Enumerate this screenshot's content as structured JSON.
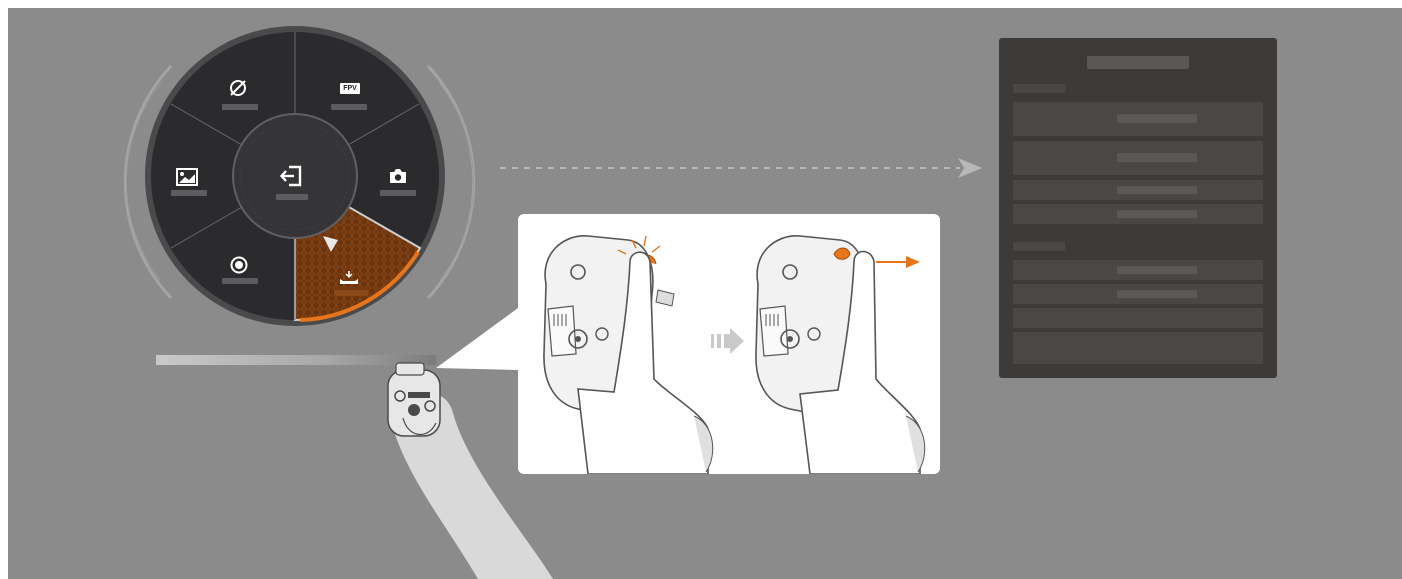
{
  "wheel": {
    "center": {
      "icon": "exit-icon"
    },
    "segments": [
      {
        "icon": "no-obstacle-avoidance-icon"
      },
      {
        "badge": "FPV",
        "icon": "fpv-icon"
      },
      {
        "icon": "camera-icon"
      },
      {
        "icon": "hover-icon",
        "selected": true
      },
      {
        "icon": "record-icon"
      },
      {
        "icon": "gallery-icon"
      }
    ]
  },
  "colors": {
    "background": "#8b8b8b",
    "wheel": "#2b2b2d",
    "accent": "#e8751a",
    "panel": "#3d3b39"
  },
  "callout": {
    "steps": [
      "press-button",
      "slide-right"
    ]
  }
}
